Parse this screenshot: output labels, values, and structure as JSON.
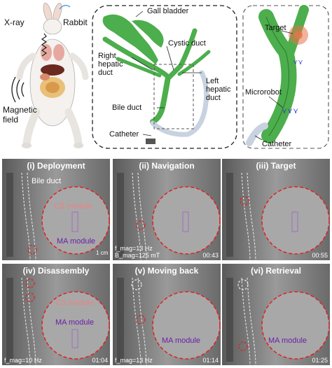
{
  "top": {
    "left": {
      "xray": "X-ray",
      "rabbit": "Rabbit",
      "magnetic_field": "Magnetic\nfield"
    },
    "middle": {
      "gall_bladder": "Gall bladder",
      "cystic_duct": "Cystic duct",
      "right_hepatic_duct": "Right\nhepatic\nduct",
      "left_hepatic_duct": "Left\nhepatic\nduct",
      "bile_duct": "Bile duct",
      "catheter": "Catheter"
    },
    "right": {
      "target": "Target",
      "microrobot": "Microrobot",
      "catheter": "Catheter"
    }
  },
  "panels": [
    {
      "title": "(i) Deployment",
      "time": "",
      "bile_duct": "Bile duct",
      "cs": "CS module",
      "ma": "MA module",
      "scale": "1 cm",
      "freq": ""
    },
    {
      "title": "(ii) Navigation",
      "time": "00:43",
      "cs": "",
      "ma": "",
      "freq": "f_mag=13 Hz\nB_mag=125 mT"
    },
    {
      "title": "(iii) Target",
      "time": "00:55",
      "cs": "",
      "ma": "",
      "freq": ""
    },
    {
      "title": "(iv) Disassembly",
      "time": "01:04",
      "cs": "CS module",
      "ma": "MA module",
      "freq": "f_mag=10 Hz"
    },
    {
      "title": "(v) Moving back",
      "time": "01:14",
      "cs": "",
      "ma": "MA module",
      "freq": "f_mag=13 Hz"
    },
    {
      "title": "(vi) Retrieval",
      "time": "01:25",
      "cs": "",
      "ma": "MA module",
      "freq": ""
    }
  ],
  "colors": {
    "duct_green": "#4cae4c",
    "duct_dark": "#2a7a2a",
    "cs_text": "#f08080",
    "ma_text": "#6a1fa8",
    "circle": "#e02020",
    "catheter": "#c8d2e0",
    "target": "#e8734a"
  }
}
